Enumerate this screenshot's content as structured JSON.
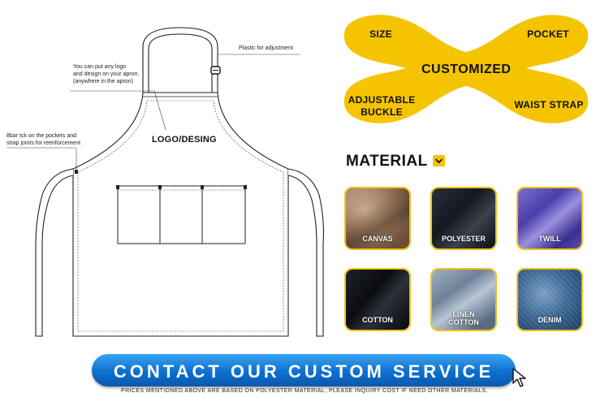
{
  "apron": {
    "note_adjust": "Plastic for adjustment",
    "note_logo": [
      "You can put any logo",
      "and design on your apron.",
      "(anywhere in the apron)"
    ],
    "note_bartack": [
      "8bar tck on the pockets and",
      "strap joints for reenforcement"
    ],
    "logo_label": "LOGO/DESING"
  },
  "customized": {
    "center": "CUSTOMIZED",
    "top_left": "SIZE",
    "top_right": "POCKET",
    "bottom_left": [
      "ADJUSTABLE",
      "BUCKLE"
    ],
    "bottom_right": "WAIST STRAP",
    "color": "#f5c400"
  },
  "material": {
    "title": "MATERIAL",
    "items": [
      {
        "label": "CANVAS"
      },
      {
        "label": "POLYESTER"
      },
      {
        "label": "TWILL"
      },
      {
        "label": "COTTON"
      },
      {
        "label_lines": [
          "LINEN",
          "COTTON"
        ]
      },
      {
        "label": "DENIM"
      }
    ]
  },
  "cta": {
    "label": "CONTACT OUR CUSTOM SERVICE",
    "color": "#0d6fd0"
  },
  "disclaimer": "PRICES MENTIONED ABOVE ARE BASED ON POLYESTER MATERIAL, PLEASE INQUIRY COST IF NEED  OTHER MATERIALS."
}
